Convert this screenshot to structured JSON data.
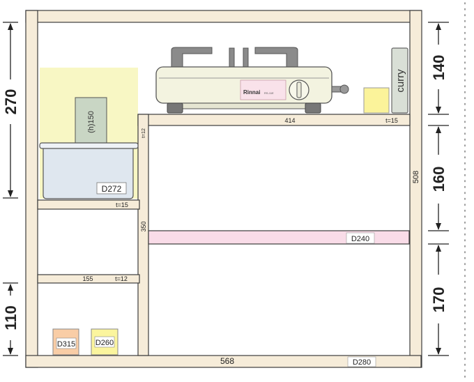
{
  "dimensions": {
    "left_top": "270",
    "left_bottom": "110",
    "right_top": "140",
    "right_middle": "160",
    "right_bottom": "170",
    "inner_height": "508",
    "shelf_height": "350"
  },
  "labels": {
    "top_shelf_width": "414",
    "top_shelf_thickness": "t=15",
    "left_shelf_thickness": "t=15",
    "lower_shelf_width": "155",
    "lower_shelf_thickness": "t=12",
    "divider_thickness": "t=12",
    "bottom_width": "568",
    "bottom_depth": "D280",
    "pink_bar_depth": "D240",
    "bin_depth": "D272",
    "box_height": "(h)150",
    "curry": "curry",
    "item_a_depth": "D315",
    "item_b_depth": "D260"
  },
  "stove": {
    "brand": "Rinnai",
    "model": "RS-11E"
  },
  "colors": {
    "frame_fill": "#f6ecd9",
    "frame_stroke": "#3c3c3c",
    "yellow_zone": "#f8f7c4",
    "bin_fill": "#dfe7ef",
    "box_fill": "#c9d6c4",
    "pink_bar": "#f9dce8",
    "curry_fill": "#d9dfd6",
    "yellow_cube": "#fbf39a",
    "item_a": "#f9cda6",
    "item_b": "#fbf59e"
  }
}
